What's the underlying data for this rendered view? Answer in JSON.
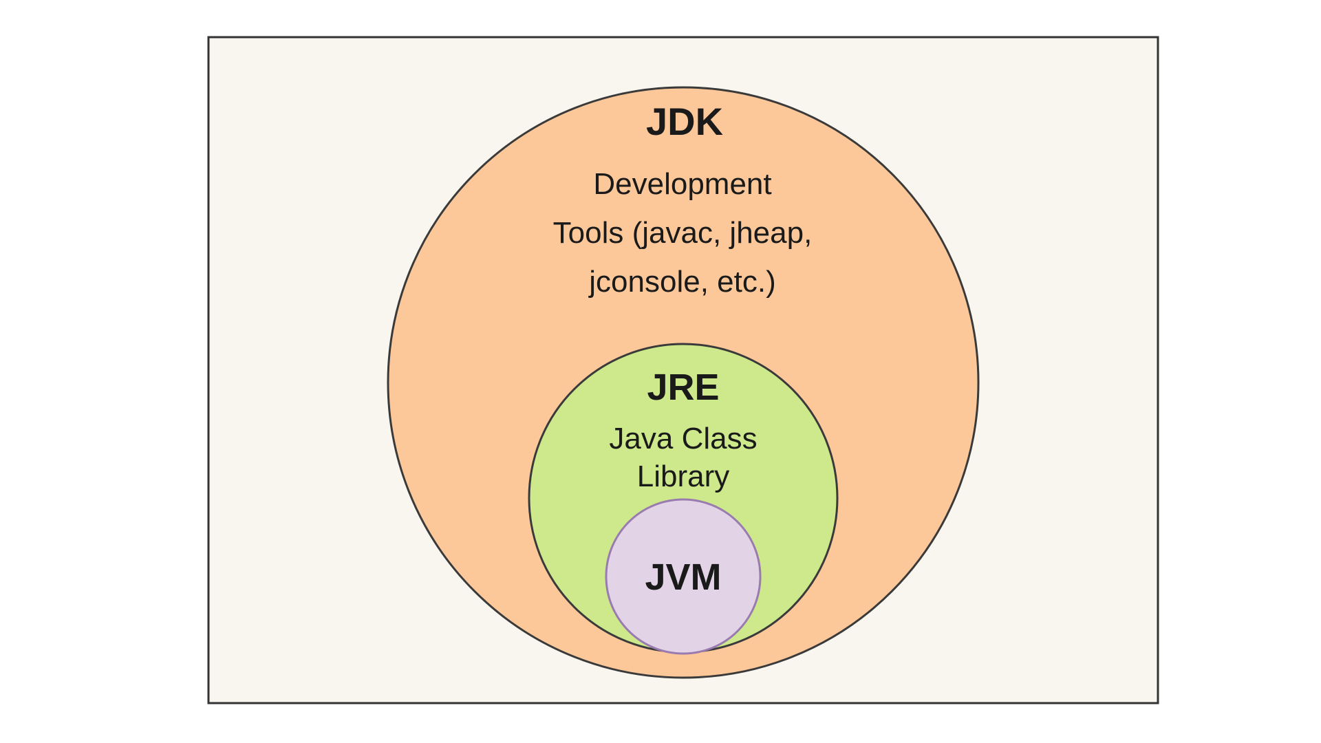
{
  "diagram": {
    "colors": {
      "background": "#ffffff",
      "frame_fill": "#f8f6ee",
      "frame_stroke": "#333333",
      "jdk_fill": "#fcc89a",
      "jdk_stroke": "#3a3a3a",
      "jre_fill": "#cde98c",
      "jre_stroke": "#3a3a3a",
      "jvm_fill": "#e2d4e6",
      "jvm_stroke": "#9a7bb0"
    },
    "jdk": {
      "title": "JDK",
      "description_lines": [
        "Development",
        "Tools (javac, jheap,",
        "jconsole, etc.)"
      ]
    },
    "jre": {
      "title": "JRE",
      "description_lines": [
        "Java Class",
        "Library"
      ]
    },
    "jvm": {
      "title": "JVM"
    }
  }
}
